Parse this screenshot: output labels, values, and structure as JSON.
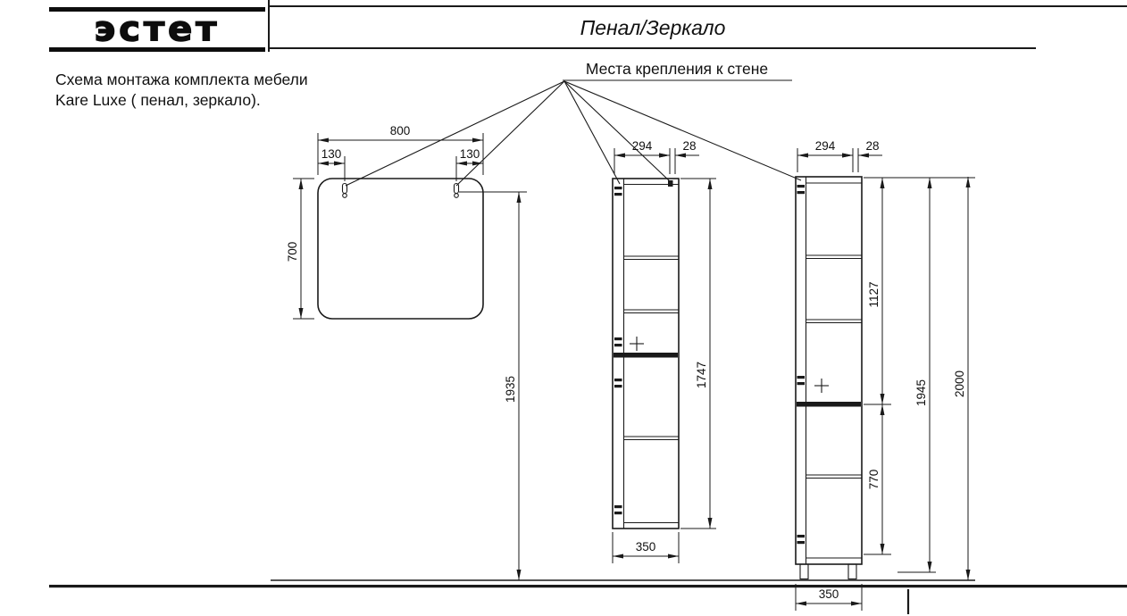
{
  "header": {
    "logo_text": "эстет",
    "sheet_title": "Пенал/Зеркало"
  },
  "notes": {
    "line1": "Схема монтажа комплекта мебели",
    "line2": "Kare Luxe ( пенал, зеркало).",
    "wall_mount_label": "Места крепления к стене"
  },
  "mirror": {
    "width": "800",
    "hook_offset_left": "130",
    "hook_offset_right": "130",
    "height": "700",
    "hook_height": "1935"
  },
  "cabinet_body": {
    "door_width": "294",
    "gap": "28",
    "body_height": "1747",
    "width": "350"
  },
  "cabinet_full": {
    "door_width": "294",
    "gap": "28",
    "upper_section": "1127",
    "mount_height": "1945",
    "lower_section": "770",
    "total_height": "2000",
    "width": "350"
  },
  "colors": {
    "line": "#1a1a1a",
    "background": "#ffffff"
  }
}
